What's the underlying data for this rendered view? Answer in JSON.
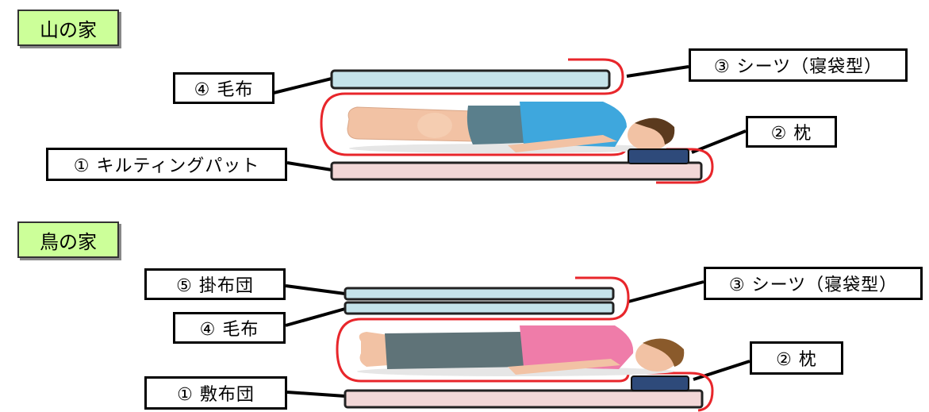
{
  "sections": [
    {
      "title": "山の家",
      "labels": {
        "blanket": "④ 毛布",
        "sheet": "③ シーツ（寝袋型）",
        "pillow": "② 枕",
        "mat": "① キルティングパット"
      }
    },
    {
      "title": "鳥の家",
      "labels": {
        "comforter": "⑤ 掛布団",
        "blanket": "④ 毛布",
        "sheet": "③ シーツ（寝袋型）",
        "pillow": "② 枕",
        "mat": "① 敷布団"
      }
    }
  ],
  "colors": {
    "title_bg": "#ccff99",
    "blanket": "#c5e3ea",
    "mat": "#f2d7d7",
    "pillow": "#2e4a7a",
    "sheet_outline": "#e8262b",
    "shirt_top": "#3ea7dd",
    "shirt_bottom": "#ef7ca9",
    "pants_top": "#5a7f8c",
    "pants_bottom": "#5f7378"
  }
}
